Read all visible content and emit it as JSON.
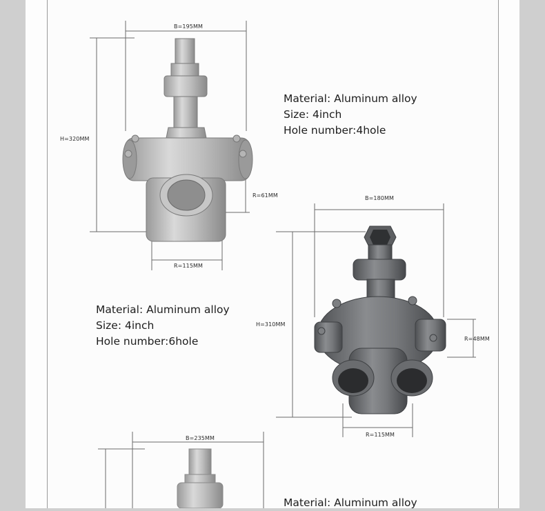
{
  "products": [
    {
      "dims": {
        "width": "B=195MM",
        "height": "H=320MM",
        "radius": "R=61MM",
        "bottom": "R=115MM"
      },
      "specs": {
        "material": "Material: Aluminum alloy",
        "size": "Size: 4inch",
        "holes": "Hole number:4hole"
      }
    },
    {
      "dims": {
        "width": "B=180MM",
        "height": "H=310MM",
        "radius": "R=48MM",
        "bottom": "R=115MM"
      },
      "specs": {
        "material": "Material: Aluminum alloy",
        "size": "Size: 4inch",
        "holes": "Hole number:6hole"
      }
    },
    {
      "dims": {
        "width": "B=235MM"
      },
      "specs": {
        "material": "Material: Aluminum alloy"
      }
    }
  ],
  "colors": {
    "background": "#cfcfcf",
    "page": "#fcfcfc",
    "metal_light": "#c9c9c9",
    "metal_dark": "#6d6f72"
  }
}
